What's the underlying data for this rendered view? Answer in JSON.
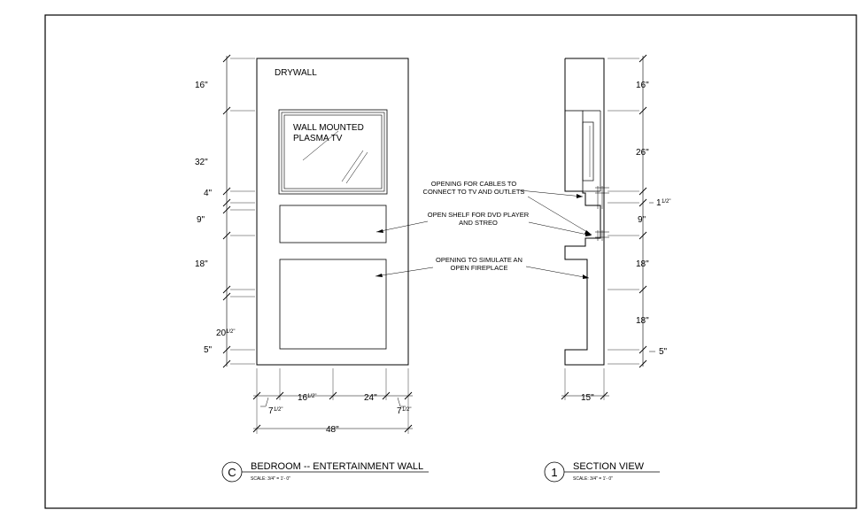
{
  "elevation": {
    "material_label": "DRYWALL",
    "tv_label_line1": "WALL MOUNTED",
    "tv_label_line2": "PLASMA TV",
    "left_dims": {
      "d16": "16\"",
      "d32": "32\"",
      "d4": "4\"",
      "d9": "9\"",
      "d18": "18\"",
      "d20_whole": "20",
      "d20_frac": "1/2\"",
      "d5": "5\""
    },
    "bottom_dims": {
      "d16_whole": "16",
      "d16_frac": "1/2\"",
      "d24": "24\"",
      "d7a_whole": "7",
      "d7a_frac": "1/2\"",
      "d7b_whole": "7",
      "d7b_frac": "1/2\"",
      "d48": "48\""
    },
    "title_symbol": "C",
    "title": "BEDROOM -- ENTERTAINMENT WALL",
    "scale": "SCALE: 3/4\" = 1'- 0\""
  },
  "annotations": {
    "cables_line1": "OPENING FOR CABLES TO",
    "cables_line2": "CONNECT TO TV AND OUTLETS",
    "shelf_line1": "OPEN SHELF FOR DVD PLAYER",
    "shelf_line2": "AND STREO",
    "fireplace_line1": "OPENING TO SIMULATE AN",
    "fireplace_line2": "OPEN FIREPLACE"
  },
  "section": {
    "right_dims": {
      "d16": "16\"",
      "d26": "26\"",
      "d1_whole": "1",
      "d1_frac": "1/2\"",
      "d9": "9\"",
      "d18a": "18\"",
      "d18b": "18\"",
      "d5": "5\""
    },
    "bottom_dim": "15\"",
    "title_symbol": "1",
    "title": "SECTION VIEW",
    "scale": "SCALE: 3/4\" = 1'- 0\""
  }
}
